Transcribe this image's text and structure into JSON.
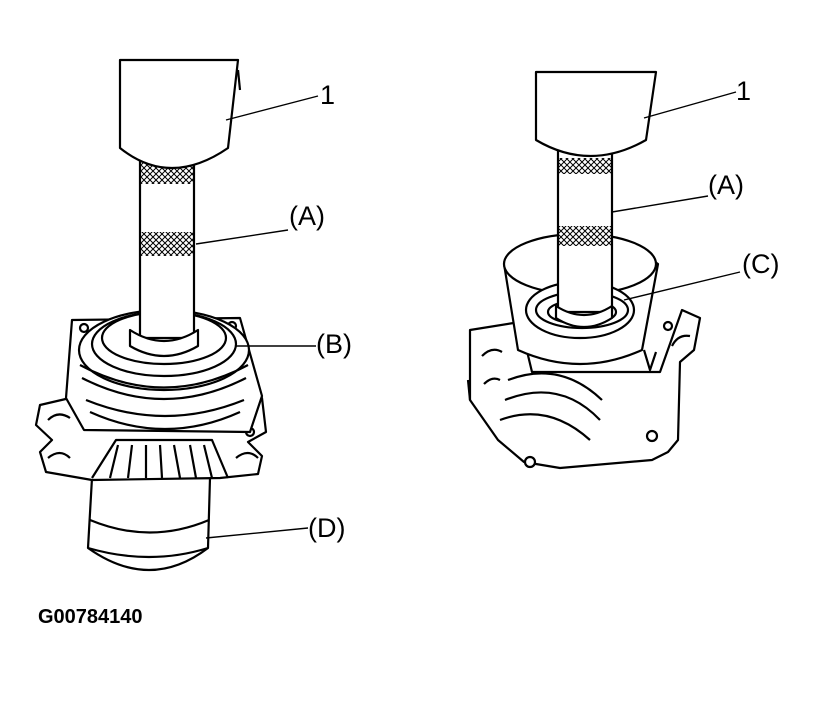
{
  "labels": {
    "left_tool": "1",
    "left_shaft": "(A)",
    "left_seal": "(B)",
    "left_base": "(D)",
    "right_tool": "1",
    "right_shaft": "(A)",
    "right_seal": "(C)"
  },
  "figure_code": "G00784140",
  "colors": {
    "ink": "#000000",
    "paper": "#ffffff"
  }
}
